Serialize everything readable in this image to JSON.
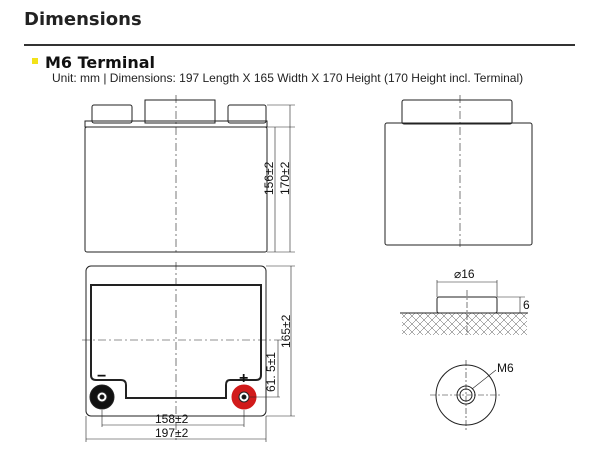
{
  "section_title": "Dimensions",
  "variant": {
    "name": "M6 Terminal",
    "description": "Unit: mm | Dimensions: 197 Length X 165 Width X 170 Height (170 Height incl. Terminal)"
  },
  "dims": {
    "h1": "156±2",
    "h2": "170±2",
    "w_depth": "165±2",
    "offset": "61. 5±1",
    "terminal_spacing": "158±2",
    "length": "197±2",
    "terminal_dia": "⌀16",
    "terminal_h": "6",
    "thread": "M6"
  },
  "polarity": {
    "neg": "−",
    "pos": "+"
  },
  "colors": {
    "accent": "#f2e21a",
    "positive": "#d11b1b"
  }
}
